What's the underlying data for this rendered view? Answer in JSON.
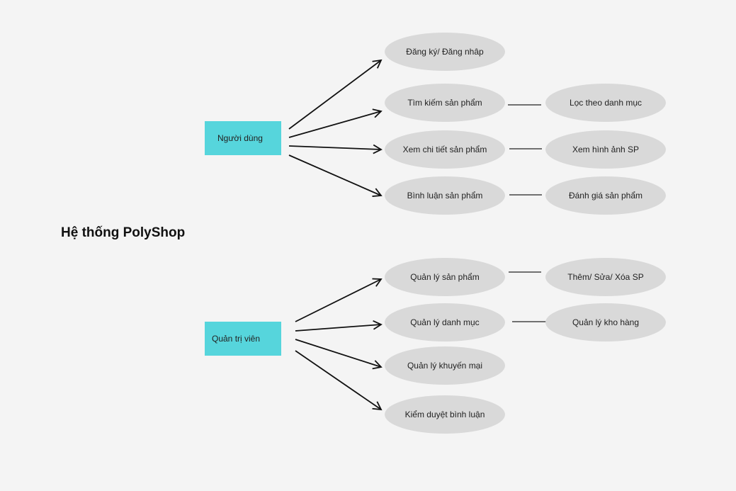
{
  "title": "Hệ thống PolyShop",
  "actors": {
    "user": "Người dùng",
    "admin": "Quản trị viên"
  },
  "user_features": [
    "Đăng ký/ Đăng nhâp",
    "Tìm kiếm sản phẩm",
    "Xem chi tiết sản phẩm",
    "Bình luận sản phẩm"
  ],
  "user_sub_features": [
    "Lọc theo danh mục",
    "Xem hình ảnh SP",
    "Đánh giá sản phẩm"
  ],
  "admin_features": [
    "Quản lý sản phẩm",
    "Quản lý danh mục",
    "Quản lý khuyến mại",
    "Kiểm duyệt bình luận"
  ],
  "admin_sub_features": [
    "Thêm/ Sửa/ Xóa SP",
    "Quản lý kho hàng"
  ],
  "colors": {
    "actor_fill": "#56d5dc",
    "ellipse_fill": "#d9d9d9",
    "background": "#f4f4f4"
  }
}
